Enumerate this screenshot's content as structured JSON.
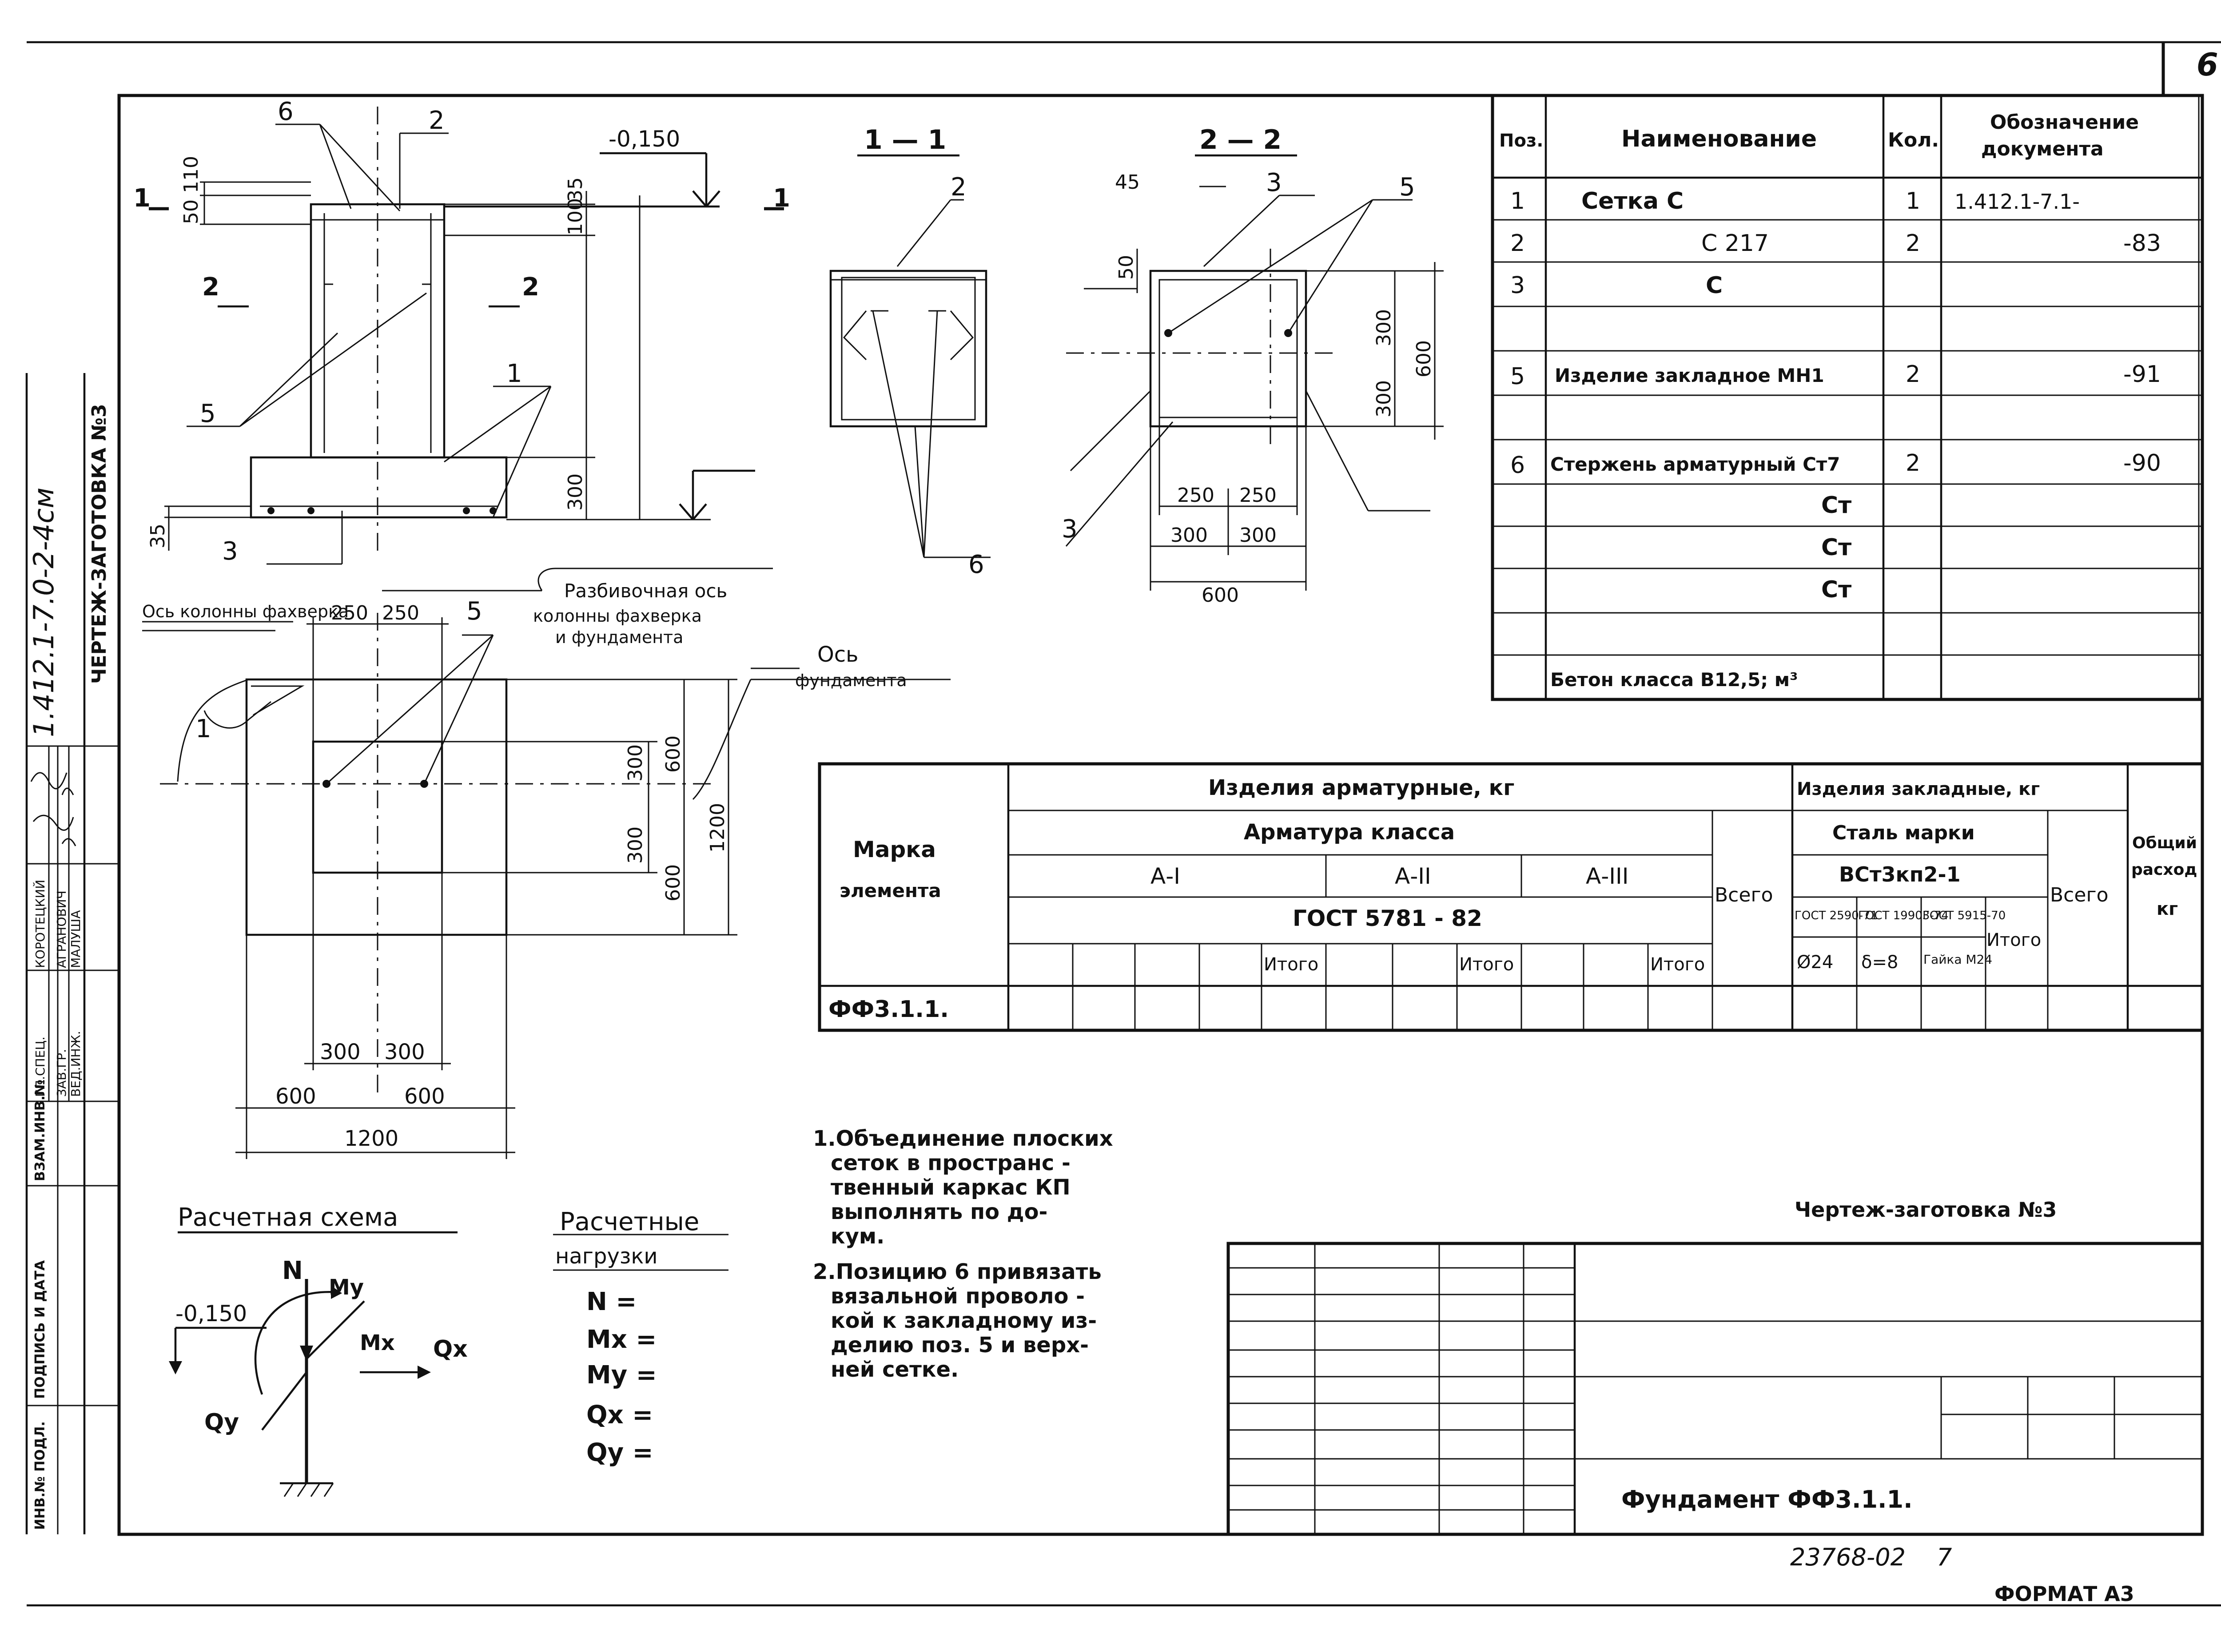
{
  "sheet": {
    "page_number": "6",
    "doc_code_vertical": "1.412.1-7.0-2-4см",
    "stamp_title_vertical": "ЧЕРТЕЖ-ЗАГОТОВКА №3",
    "bottom_code": "23768-02",
    "bottom_code_page": "7",
    "format": "ФОРМАТ А3"
  },
  "left_stamp": {
    "roles": [
      "ГЛ.СПЕЦ.",
      "ЗАВ.ГР.",
      "ВЕД.ИНЖ."
    ],
    "names": [
      "КОРОТЕЦКИЙ",
      "АГРАНОВИЧ",
      "МАЛУША"
    ],
    "cols": [
      "ИНВ.№ ПОДЛ.",
      "ПОДПИСЬ И ДАТА",
      "ВЗАМ.ИНВ.№"
    ]
  },
  "elevation": {
    "sec1": "1",
    "sec2": "2",
    "level": "-0,150",
    "pos_labels": [
      "6",
      "2",
      "5",
      "1",
      "3"
    ],
    "dims_left": [
      "110",
      "50"
    ],
    "dims_right": [
      "35",
      "100",
      "300"
    ],
    "dim_bottom": "35"
  },
  "section_1_1": {
    "title": "1 — 1",
    "labels": [
      "2",
      "6"
    ]
  },
  "section_2_2": {
    "title": "2 — 2",
    "labels": [
      "3",
      "5",
      "3"
    ],
    "dims_top": [
      "45",
      "50"
    ],
    "dims_side": [
      "300",
      "300",
      "600"
    ],
    "dims_bottom_inner": [
      "250",
      "250"
    ],
    "dims_bottom_mid": [
      "300",
      "300"
    ],
    "dims_bottom_total": "600"
  },
  "plan": {
    "column_axis": "Ось колонны фахверка",
    "layout_axis": [
      "Разбивочная ось",
      "колонны фахверка",
      "и фундамента"
    ],
    "found_axis": [
      "Ось",
      "фундамента"
    ],
    "labels": [
      "1",
      "5"
    ],
    "dims_top": [
      "250",
      "250"
    ],
    "dims_right_inner": [
      "300",
      "300"
    ],
    "dims_right_outer": [
      "600",
      "600"
    ],
    "dims_right_total": "1200",
    "dims_bottom_inner": [
      "300",
      "300"
    ],
    "dims_bottom_outer": [
      "600",
      "600"
    ],
    "dims_bottom_total": "1200"
  },
  "scheme": {
    "title": "Расчетная схема",
    "level": "-0,150",
    "forces": [
      "N",
      "My",
      "Mx",
      "Qx",
      "Qy"
    ]
  },
  "loads": {
    "title": [
      "Расчетные",
      "нагрузки"
    ],
    "rows": [
      "N =",
      "Mx =",
      "My =",
      "Qx =",
      "Qy ="
    ]
  },
  "notes": [
    "1.Объединение плоских",
    "сеток в пространс -",
    "твенный каркас КП",
    "выполнять по до-",
    "кум.",
    "2.Позицию 6 привязать",
    "вязальной проволо -",
    "кой к закладному из-",
    "делию поз. 5 и верх-",
    "ней сетке."
  ],
  "spec": {
    "headers": [
      "Поз.",
      "Наименование",
      "Кол.",
      "Обозначение",
      "документа"
    ],
    "rows": [
      {
        "pos": "1",
        "name": "Сетка С",
        "qty": "1",
        "doc": "1.412.1-7.1-"
      },
      {
        "pos": "2",
        "name": "С 217",
        "qty": "2",
        "doc": "-83"
      },
      {
        "pos": "3",
        "name": "С",
        "qty": "",
        "doc": ""
      },
      {
        "pos": "",
        "name": "",
        "qty": "",
        "doc": ""
      },
      {
        "pos": "5",
        "name": "Изделие закладное МН1",
        "qty": "2",
        "doc": "-91"
      },
      {
        "pos": "",
        "name": "",
        "qty": "",
        "doc": ""
      },
      {
        "pos": "6",
        "name": "Стержень арматурный Ст7",
        "qty": "2",
        "doc": "-90"
      },
      {
        "pos": "",
        "name": "Ст",
        "qty": "",
        "doc": ""
      },
      {
        "pos": "",
        "name": "Ст",
        "qty": "",
        "doc": ""
      },
      {
        "pos": "",
        "name": "Ст",
        "qty": "",
        "doc": ""
      },
      {
        "pos": "",
        "name": "",
        "qty": "",
        "doc": ""
      },
      {
        "pos": "",
        "name": "Бетон класса В12,5; м³",
        "qty": "",
        "doc": ""
      }
    ]
  },
  "materials": {
    "mark_header": [
      "Марка",
      "элемента"
    ],
    "rebar_header": "Изделия арматурные, кг",
    "rebar_class": "Арматура класса",
    "classes": [
      "А-I",
      "А-II",
      "А-III"
    ],
    "gost": "ГОСТ 5781 - 82",
    "itogo": "Итого",
    "vsego": "Всего",
    "embed_header": "Изделия закладные, кг",
    "steel": "Сталь марки",
    "steel_grade": "ВСт3кп2-1",
    "gosts": [
      "ГОСТ 2590-71",
      "ГОСТ 19903-74",
      "ГОСТ 5915-70"
    ],
    "embed_items": [
      "Ø24",
      "δ=8",
      "Гайка М24"
    ],
    "total_header": [
      "Общий",
      "расход",
      "кг"
    ],
    "element_mark": "ФФ3.1.1."
  },
  "title_block": {
    "drawing_title": "Чертеж-заготовка №3",
    "element_name": "Фундамент ФФ3.1.1."
  }
}
